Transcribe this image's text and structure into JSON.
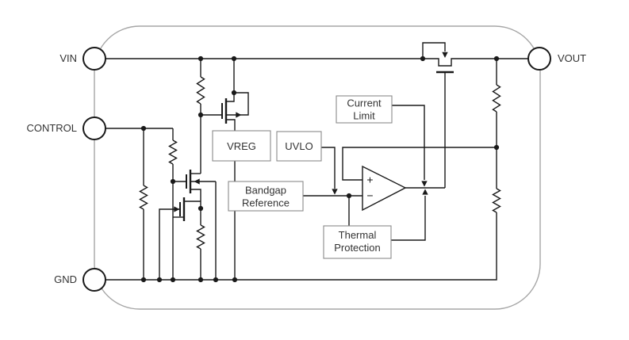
{
  "pins": {
    "vin": "VIN",
    "control": "CONTROL",
    "gnd": "GND",
    "vout": "VOUT"
  },
  "blocks": {
    "vreg": {
      "label": "VREG"
    },
    "uvlo": {
      "label": "UVLO"
    },
    "current_limit": {
      "line1": "Current",
      "line2": "Limit"
    },
    "bandgap": {
      "line1": "Bandgap",
      "line2": "Reference"
    },
    "thermal": {
      "line1": "Thermal",
      "line2": "Protection"
    }
  },
  "opamp": {
    "plus_label": "+",
    "minus_label": "−"
  },
  "colors": {
    "wire": "#1a1a1a",
    "chip_boundary": "#a6a6a6",
    "block_border": "#8a8a8a",
    "text": "#333333",
    "background": "#ffffff"
  }
}
